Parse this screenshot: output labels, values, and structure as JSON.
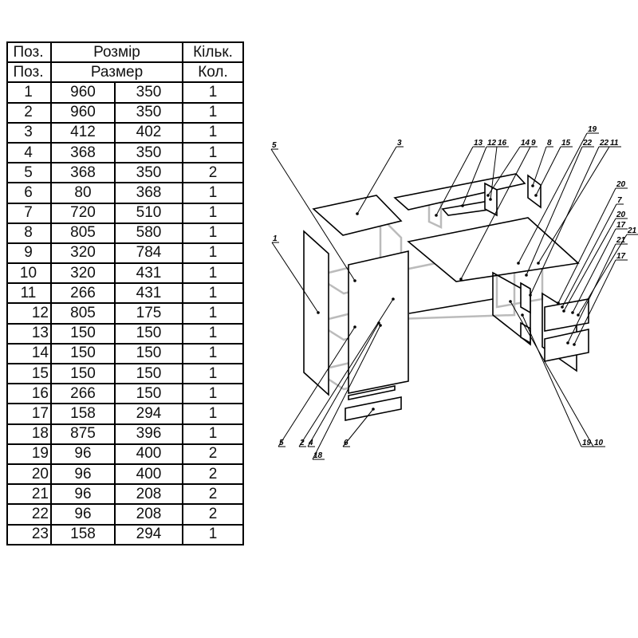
{
  "table": {
    "header1": {
      "pos": "Поз.",
      "size": "Розмір",
      "qty": "Кільк."
    },
    "header2": {
      "pos": "Поз.",
      "size": "Размер",
      "qty": "Кол."
    },
    "rows": [
      {
        "pos": "1",
        "a": "960",
        "b": "350",
        "q": "1"
      },
      {
        "pos": "2",
        "a": "960",
        "b": "350",
        "q": "1"
      },
      {
        "pos": "3",
        "a": "412",
        "b": "402",
        "q": "1"
      },
      {
        "pos": "4",
        "a": "368",
        "b": "350",
        "q": "1"
      },
      {
        "pos": "5",
        "a": "368",
        "b": "350",
        "q": "2"
      },
      {
        "pos": "6",
        "a": "80",
        "b": "368",
        "q": "1"
      },
      {
        "pos": "7",
        "a": "720",
        "b": "510",
        "q": "1"
      },
      {
        "pos": "8",
        "a": "805",
        "b": "580",
        "q": "1"
      },
      {
        "pos": "9",
        "a": "320",
        "b": "784",
        "q": "1"
      },
      {
        "pos": "10",
        "a": "320",
        "b": "431",
        "q": "1"
      },
      {
        "pos": "11",
        "a": "266",
        "b": "431",
        "q": "1"
      },
      {
        "pos": "12",
        "a": "805",
        "b": "175",
        "q": "1"
      },
      {
        "pos": "13",
        "a": "150",
        "b": "150",
        "q": "1"
      },
      {
        "pos": "14",
        "a": "150",
        "b": "150",
        "q": "1"
      },
      {
        "pos": "15",
        "a": "150",
        "b": "150",
        "q": "1"
      },
      {
        "pos": "16",
        "a": "266",
        "b": "150",
        "q": "1"
      },
      {
        "pos": "17",
        "a": "158",
        "b": "294",
        "q": "1"
      },
      {
        "pos": "18",
        "a": "875",
        "b": "396",
        "q": "1"
      },
      {
        "pos": "19",
        "a": "96",
        "b": "400",
        "q": "2"
      },
      {
        "pos": "20",
        "a": "96",
        "b": "400",
        "q": "2"
      },
      {
        "pos": "21",
        "a": "96",
        "b": "208",
        "q": "2"
      },
      {
        "pos": "22",
        "a": "96",
        "b": "208",
        "q": "2"
      },
      {
        "pos": "23",
        "a": "158",
        "b": "294",
        "q": "1"
      }
    ]
  },
  "diagram": {
    "callouts": [
      "5",
      "3",
      "1",
      "5",
      "2",
      "4",
      "18",
      "6",
      "13",
      "12",
      "16",
      "14",
      "9",
      "8",
      "15",
      "19",
      "22",
      "22",
      "11",
      "20",
      "7",
      "20",
      "17",
      "21",
      "21",
      "17",
      "19",
      "10"
    ]
  }
}
